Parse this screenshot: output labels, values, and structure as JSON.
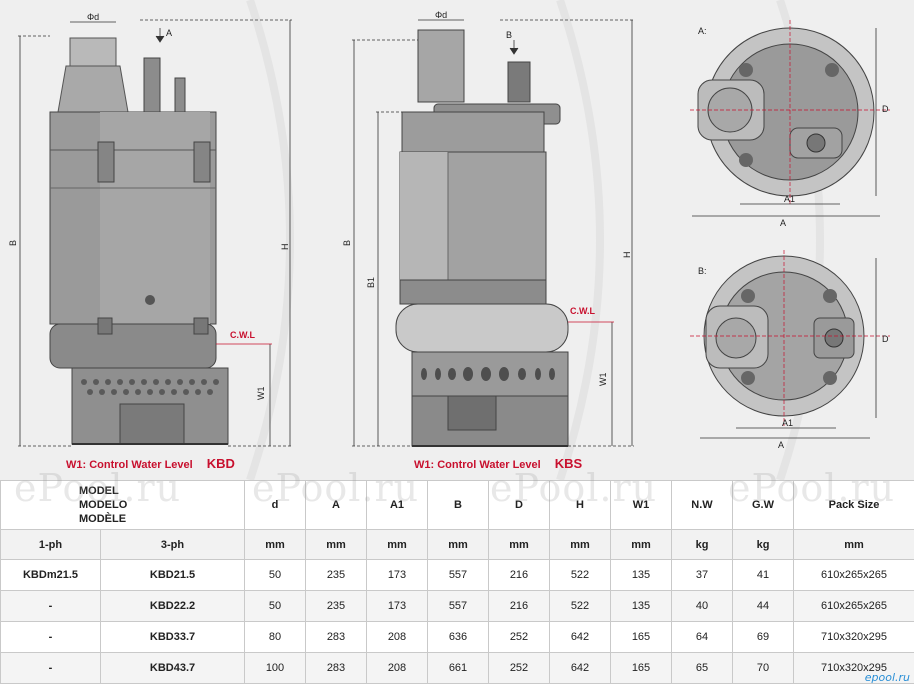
{
  "drawing": {
    "kbd_labels": {
      "diameter": "Φd",
      "a": "A",
      "b": "B",
      "h": "H",
      "cwl": "C.W.L",
      "w1": "W1"
    },
    "kbs_labels": {
      "diameter": "Φd",
      "b_top": "B",
      "b": "B",
      "b1": "B1",
      "h": "H",
      "cwl": "C.W.L",
      "w1": "W1"
    },
    "view_a": {
      "label": "A:",
      "a1": "A1",
      "a": "A",
      "d": "D"
    },
    "view_b": {
      "label": "B:",
      "a1": "A1",
      "a": "A",
      "d": "D"
    },
    "caption_kbd": {
      "text": "W1: Control Water Level",
      "model": "KBD"
    },
    "caption_kbs": {
      "text": "W1: Control Water Level",
      "model": "KBS"
    }
  },
  "watermark": {
    "text": "ePool.ru",
    "badge": "epool.ru"
  },
  "table": {
    "model_header": [
      "MODEL",
      "MODELO",
      "MODÈLE"
    ],
    "columns": [
      "d",
      "A",
      "A1",
      "B",
      "D",
      "H",
      "W1",
      "N.W",
      "G.W",
      "Pack Size"
    ],
    "phase_headers": [
      "1-ph",
      "3-ph"
    ],
    "units": [
      "mm",
      "mm",
      "mm",
      "mm",
      "mm",
      "mm",
      "mm",
      "kg",
      "kg",
      "mm"
    ],
    "rows": [
      {
        "ph1": "KBDm21.5",
        "ph3": "KBD21.5",
        "values": [
          "50",
          "235",
          "173",
          "557",
          "216",
          "522",
          "135",
          "37",
          "41",
          "610x265x265"
        ]
      },
      {
        "ph1": "-",
        "ph3": "KBD22.2",
        "values": [
          "50",
          "235",
          "173",
          "557",
          "216",
          "522",
          "135",
          "40",
          "44",
          "610x265x265"
        ]
      },
      {
        "ph1": "-",
        "ph3": "KBD33.7",
        "values": [
          "80",
          "283",
          "208",
          "636",
          "252",
          "642",
          "165",
          "64",
          "69",
          "710x320x295"
        ]
      },
      {
        "ph1": "-",
        "ph3": "KBD43.7",
        "values": [
          "100",
          "283",
          "208",
          "661",
          "252",
          "642",
          "165",
          "65",
          "70",
          "710x320x295"
        ]
      }
    ]
  }
}
